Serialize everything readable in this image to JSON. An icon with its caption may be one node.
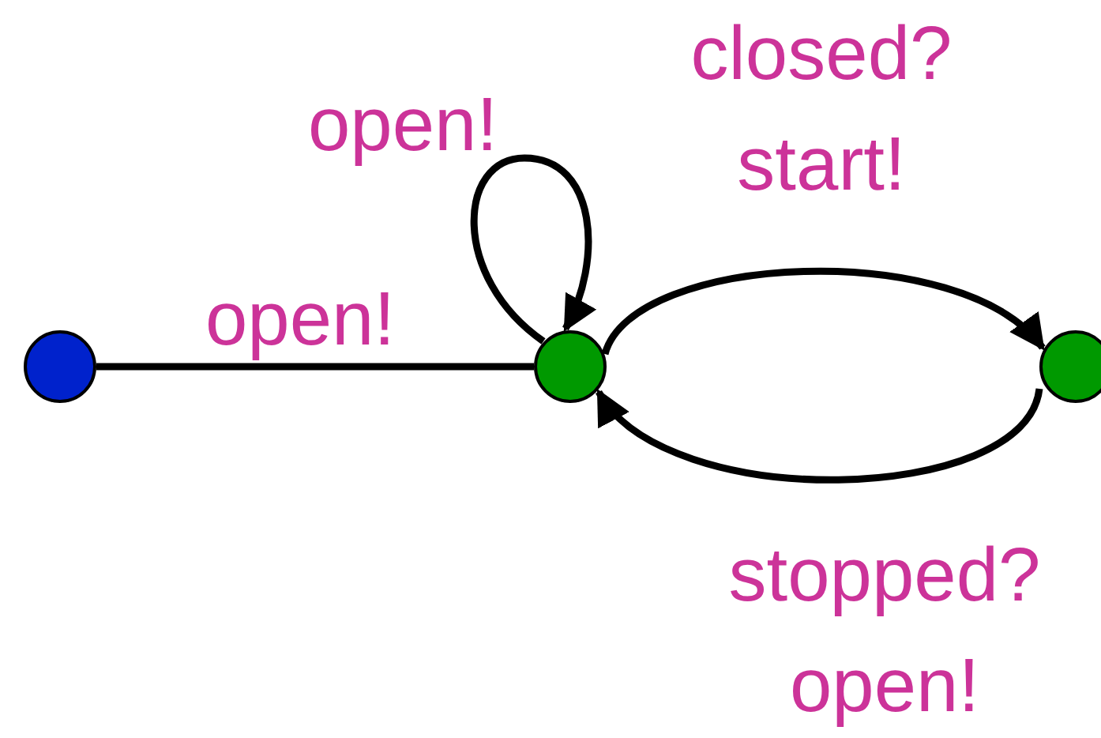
{
  "diagram": {
    "nodes": [
      {
        "text": [],
        "shape": "circle"
      },
      {
        "text": [],
        "shape": "circle"
      },
      {
        "text": [],
        "shape": "circle"
      }
    ],
    "edges": [
      {
        "from": 0,
        "to": 1,
        "arrow": "none",
        "label": "open!"
      },
      {
        "from": 1,
        "to": 1,
        "arrow": "to",
        "label": "open!"
      },
      {
        "from": 1,
        "to": 2,
        "arrow": "to",
        "label": "closed? start!"
      },
      {
        "from": 2,
        "to": 1,
        "arrow": "to",
        "label": "stopped? open!"
      }
    ]
  }
}
